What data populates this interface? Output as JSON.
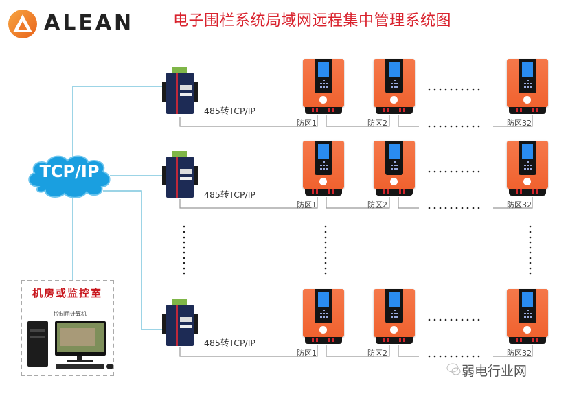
{
  "header": {
    "brand": "ALEAN",
    "title": "电子围栏系统局域网远程集中管理系统图",
    "brand_color": "#e8631b",
    "title_color": "#d9232e"
  },
  "network": {
    "cloud_label": "TCP/IP",
    "cloud_color": "#1a9fe0",
    "link_color": "#7cc6dd"
  },
  "rows": [
    {
      "converter_label": "485转TCP/IP",
      "zones": [
        "防区1",
        "防区2",
        "防区32"
      ]
    },
    {
      "converter_label": "485转TCP/IP",
      "zones": [
        "防区1",
        "防区2",
        "防区32"
      ]
    },
    {
      "converter_label": "485转TCP/IP",
      "zones": [
        "防区1",
        "防区2",
        "防区32"
      ]
    }
  ],
  "monitor_room": {
    "title": "机房或监控室",
    "pc_label": "控制用计算机"
  },
  "watermark": "弱电行业网"
}
